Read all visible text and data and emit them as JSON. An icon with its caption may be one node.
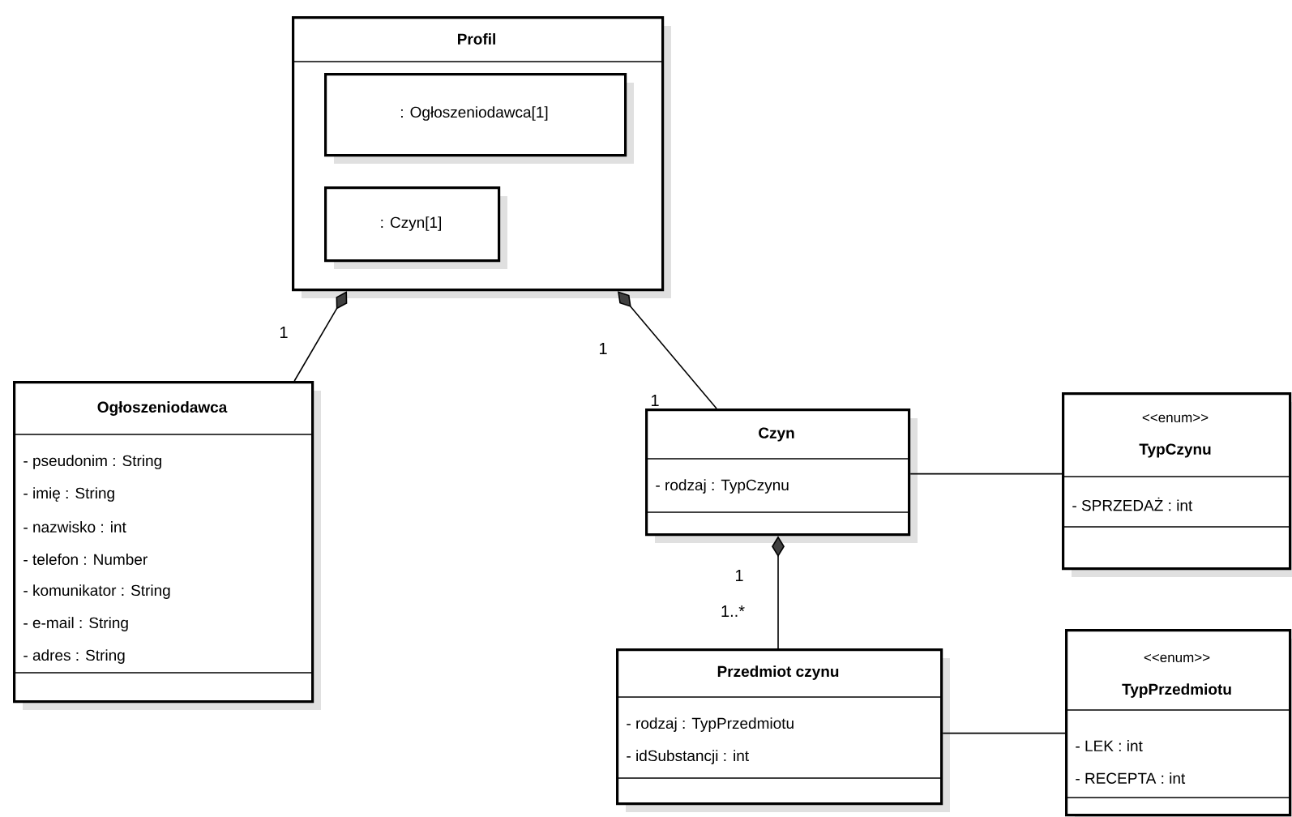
{
  "diagram": {
    "nodes": [
      {
        "text": [
          "Profil"
        ]
      },
      {
        "text": [
          ": Ogłoszeniodawca[1]"
        ],
        "in": 0
      },
      {
        "text": [
          ": Czyn[1]"
        ],
        "in": 0
      },
      {
        "text": [
          "Ogłoszeniodawca",
          "- pseudonim : String",
          "- imię : String",
          "- nazwisko : int",
          "- telefon : Number",
          "- komunikator : String",
          "- e-mail : String",
          "- adres : String"
        ]
      },
      {
        "text": [
          "Czyn",
          "- rodzaj : TypCzynu"
        ]
      },
      {
        "text": [
          "<<enum>>",
          "TypCzynu",
          "- SPRZEDAŻ : int"
        ]
      },
      {
        "text": [
          "Przedmiot czynu",
          "- rodzaj : TypPrzedmiotu",
          "- idSubstancji : int"
        ]
      },
      {
        "text": [
          "<<enum>>",
          "TypPrzedmiotu",
          "- LEK : int",
          "- RECEPTA : int"
        ]
      }
    ],
    "edges": [
      {
        "from": 0,
        "to": 3,
        "arrow": "other"
      },
      {
        "from": 0,
        "to": 4,
        "arrow": "other"
      },
      {
        "from": 4,
        "to": 5,
        "arrow": "none"
      },
      {
        "from": 4,
        "to": 6,
        "arrow": "other"
      },
      {
        "from": 6,
        "to": 7,
        "arrow": "none"
      }
    ],
    "labels": [
      "1",
      "1",
      "1",
      "1",
      "1..*"
    ]
  }
}
